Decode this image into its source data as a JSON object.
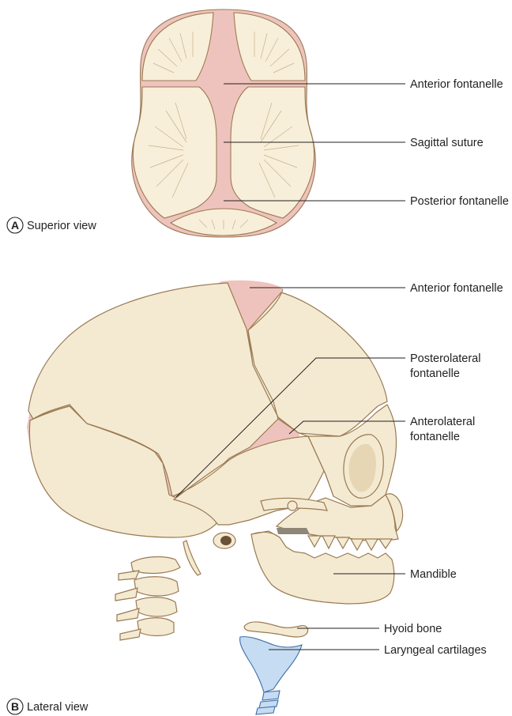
{
  "panel_a": {
    "badge": "A",
    "view_label": "Superior view",
    "labels": {
      "anterior_fontanelle": "Anterior fontanelle",
      "sagittal_suture": "Sagittal suture",
      "posterior_fontanelle": "Posterior fontanelle"
    }
  },
  "panel_b": {
    "badge": "B",
    "view_label": "Lateral view",
    "labels": {
      "anterior_fontanelle": "Anterior fontanelle",
      "posterolateral_line1": "Posterolateral",
      "posterolateral_line2": "fontanelle",
      "anterolateral_line1": "Anterolateral",
      "anterolateral_line2": "fontanelle",
      "mandible": "Mandible",
      "hyoid_bone": "Hyoid bone",
      "laryngeal_cartilages": "Laryngeal cartilages"
    }
  },
  "colors": {
    "bone": "#f4ead2",
    "fontanelle": "#efc3bd",
    "cartilage": "#c6dcf2",
    "outline": "#9a7a52"
  }
}
